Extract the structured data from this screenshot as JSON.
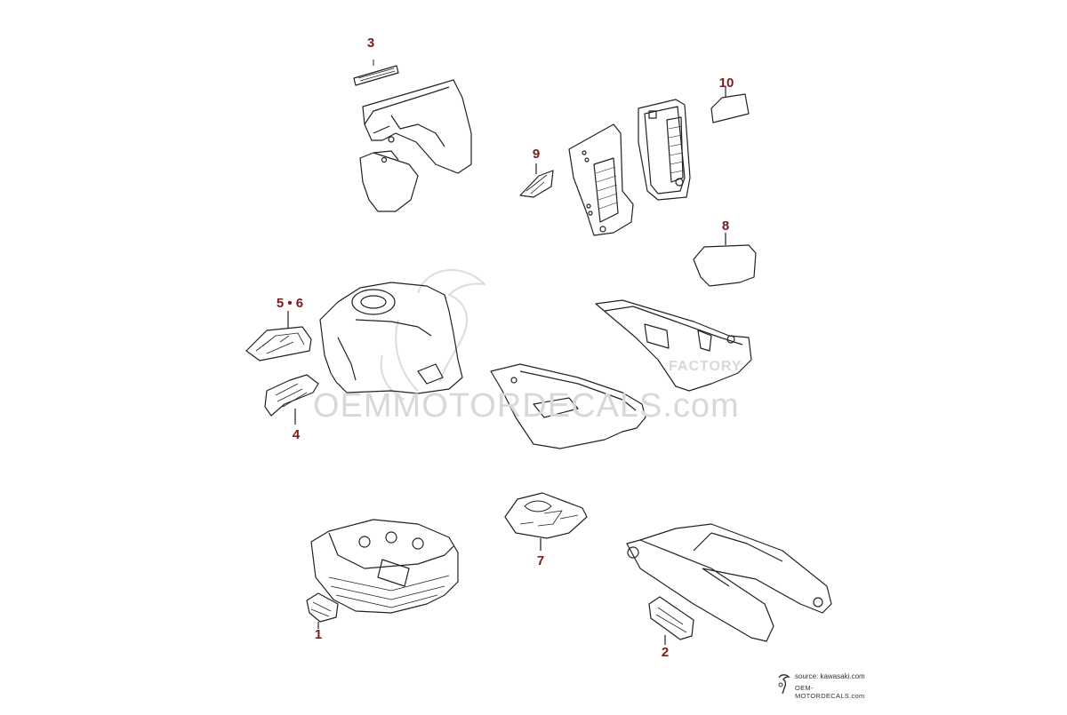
{
  "callouts": [
    {
      "id": "1",
      "label": "1"
    },
    {
      "id": "2",
      "label": "2"
    },
    {
      "id": "3",
      "label": "3"
    },
    {
      "id": "4",
      "label": "4"
    },
    {
      "id": "5-6",
      "label": "5 • 6"
    },
    {
      "id": "7",
      "label": "7"
    },
    {
      "id": "8",
      "label": "8"
    },
    {
      "id": "9",
      "label": "9"
    },
    {
      "id": "10",
      "label": "10"
    }
  ],
  "watermark": {
    "text": "OEMMOTORDECALS.com",
    "badge": "FACTORY"
  },
  "footer": {
    "source": "source: kawasaki.com",
    "brand": "OEM-MOTORDECALS.com"
  },
  "colors": {
    "callout": "#7a1c1c",
    "line": "#222222",
    "watermark": "#d8d8d8"
  }
}
